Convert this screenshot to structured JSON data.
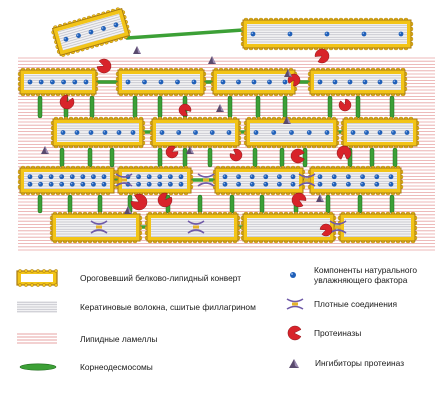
{
  "legend": {
    "envelope": "Ороговевший белково-липидный конверт",
    "keratin": "Кератиновые волокна, сшитые филлагрином",
    "lipid": "Липидные ламеллы",
    "corneodesmosome": "Корнеодесмосомы",
    "nmf_line1": "Компоненты натурального",
    "nmf_line2": "увлажняющего фактора",
    "tight": "Плотные соединения",
    "proteinase": "Протеиназы",
    "inhibitor": "Ингибиторы протеиназ"
  },
  "colors": {
    "envelope_fill": "#f2c418",
    "envelope_border": "#a87a12",
    "keratin_line": "#b8b8c0",
    "lipid_line": "#e7a3a3",
    "desmosome": "#3ca036",
    "nmf": "#1f5fb8",
    "proteinase": "#d8232a",
    "inhibitor": "#5a4a6e",
    "tight_junction": "#6f5aa8"
  },
  "icons": [
    "corneocyte-icon",
    "keratin-icon",
    "lipid-lamellae-icon",
    "corneodesmosome-icon",
    "nmf-dot-icon",
    "tight-junction-icon",
    "proteinase-icon",
    "inhibitor-icon"
  ]
}
